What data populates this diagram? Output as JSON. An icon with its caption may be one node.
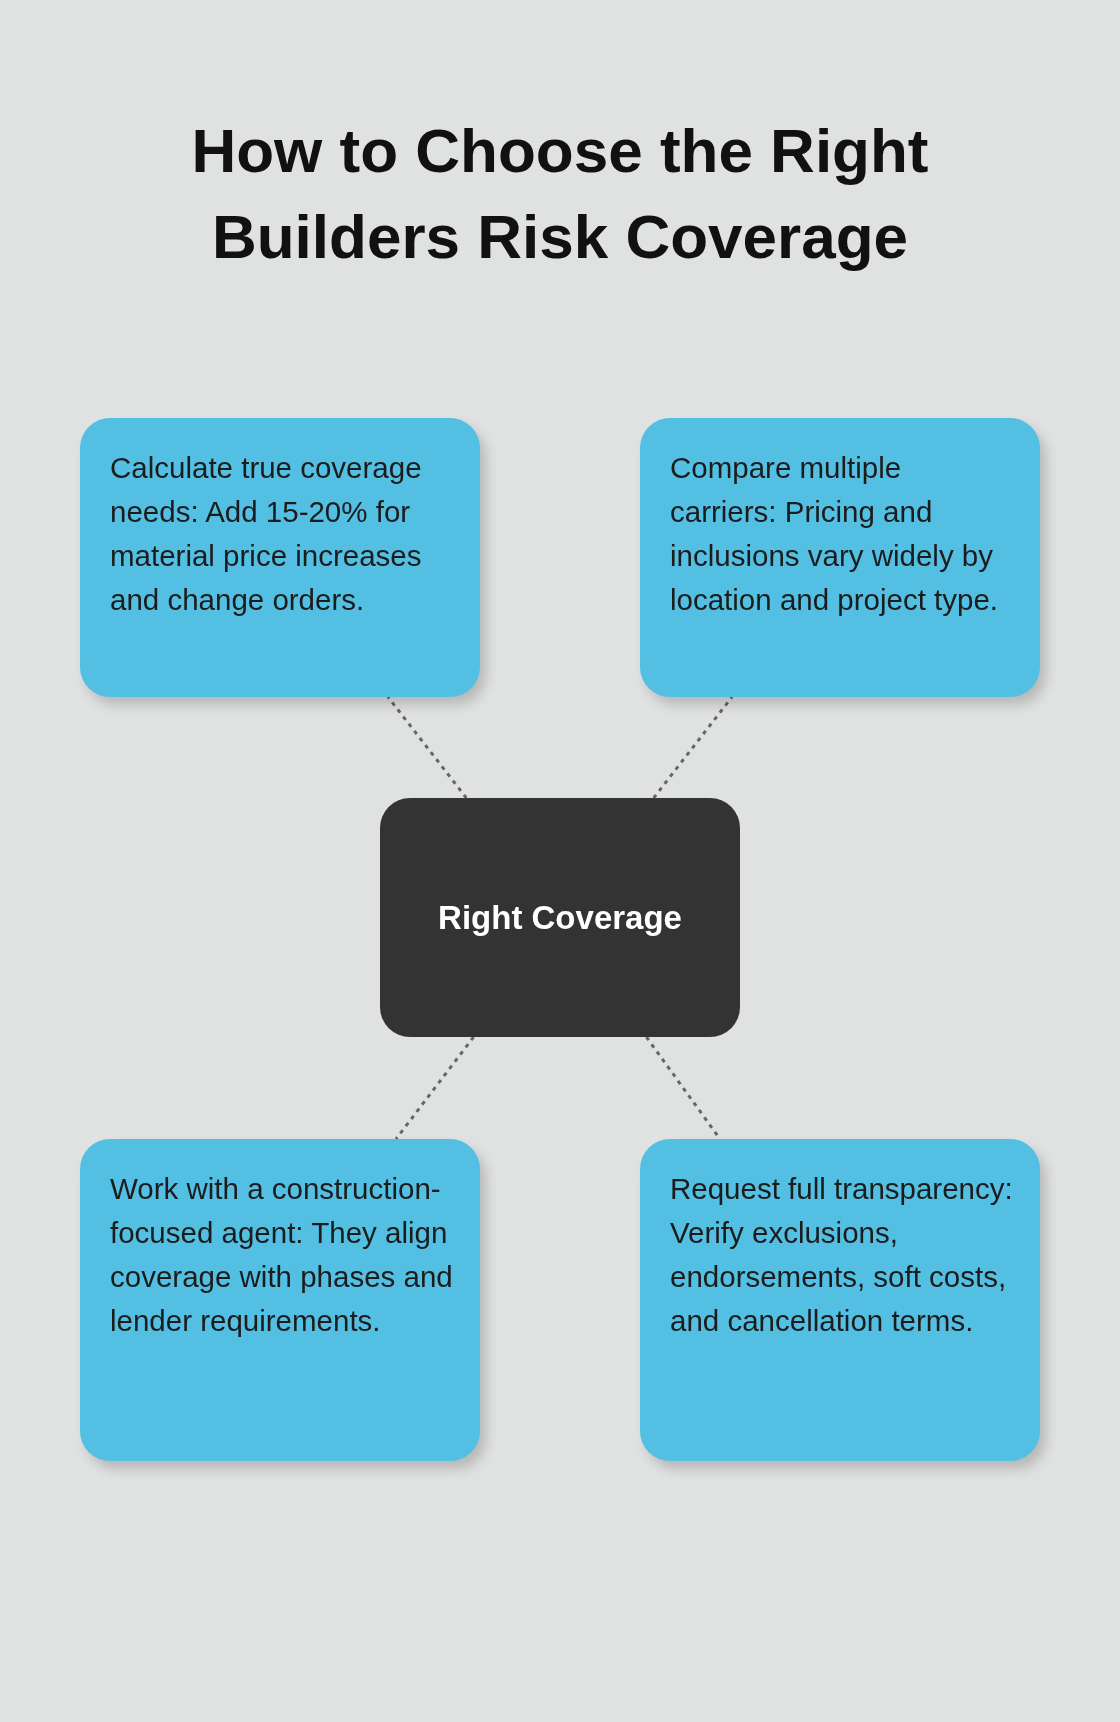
{
  "diagram": {
    "title": "How to Choose the Right Builders Risk Coverage",
    "nodes": [
      {
        "text": [
          "Calculate true coverage needs: Add 15-20% for material price increases and change orders."
        ]
      },
      {
        "text": [
          "Compare multiple carriers: Pricing and inclusions vary widely by location and project type."
        ]
      },
      {
        "text": [
          "Right Coverage"
        ]
      },
      {
        "text": [
          "Work with a construction-focused agent: They align coverage with phases and lender requirements."
        ]
      },
      {
        "text": [
          "Request full transparency: Verify exclusions, endorsements, soft costs, and cancellation terms."
        ]
      }
    ],
    "edges": [
      {
        "from": 2,
        "to": 0,
        "arrow": "none",
        "style": "dashed"
      },
      {
        "from": 2,
        "to": 1,
        "arrow": "none",
        "style": "dashed"
      },
      {
        "from": 2,
        "to": 3,
        "arrow": "none",
        "style": "dashed"
      },
      {
        "from": 2,
        "to": 4,
        "arrow": "none",
        "style": "dashed"
      }
    ]
  }
}
